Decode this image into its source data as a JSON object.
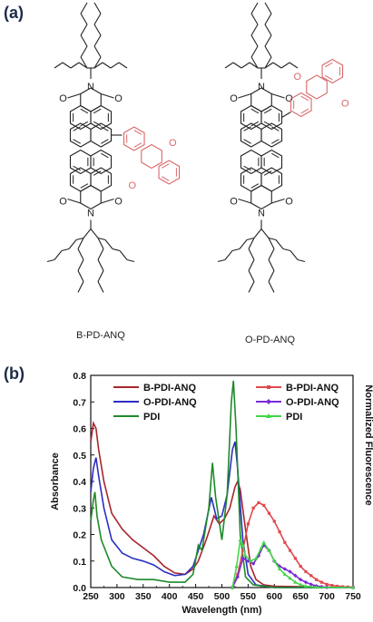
{
  "figure": {
    "panel_a_label": "(a)",
    "panel_b_label": "(b)",
    "molecule_left_label": "B-PD-ANQ",
    "molecule_right_label": "O-PD-ANQ",
    "atom_O": "O",
    "atom_N": "N",
    "colors": {
      "frame": "#222222",
      "anthraquinone": "#d9686a"
    }
  },
  "chart_data": {
    "type": "line",
    "xlabel": "Wavelength (nm)",
    "ylabel": "Absorbance",
    "ylabel_right": "Normalized Fluorescence",
    "xlim": [
      250,
      750
    ],
    "ylim": [
      0.0,
      0.8
    ],
    "x_ticks": [
      "250",
      "300",
      "350",
      "400",
      "450",
      "500",
      "550",
      "600",
      "650",
      "700",
      "750"
    ],
    "y_ticks": [
      "0.0",
      "0.1",
      "0.2",
      "0.3",
      "0.4",
      "0.5",
      "0.6",
      "0.7",
      "0.8"
    ],
    "legend_absorbance": [
      {
        "name": "B-PDI-ANQ",
        "color": "#a8262b"
      },
      {
        "name": "O-PDI-ANQ",
        "color": "#2b2fc4"
      },
      {
        "name": "PDI",
        "color": "#1e8a2a"
      }
    ],
    "legend_fluorescence": [
      {
        "name": "B-PDI-ANQ",
        "color": "#e0494f"
      },
      {
        "name": "O-PDI-ANQ",
        "color": "#7a2bd6"
      },
      {
        "name": "PDI",
        "color": "#44d64a"
      }
    ],
    "series": [
      {
        "name": "B-PDI-ANQ",
        "kind": "absorbance",
        "color": "#a8262b",
        "points": [
          [
            250,
            0.55
          ],
          [
            255,
            0.62
          ],
          [
            260,
            0.6
          ],
          [
            265,
            0.52
          ],
          [
            275,
            0.4
          ],
          [
            290,
            0.28
          ],
          [
            310,
            0.22
          ],
          [
            330,
            0.18
          ],
          [
            350,
            0.15
          ],
          [
            370,
            0.12
          ],
          [
            390,
            0.08
          ],
          [
            410,
            0.055
          ],
          [
            430,
            0.05
          ],
          [
            445,
            0.07
          ],
          [
            455,
            0.1
          ],
          [
            470,
            0.18
          ],
          [
            485,
            0.27
          ],
          [
            495,
            0.24
          ],
          [
            505,
            0.26
          ],
          [
            515,
            0.3
          ],
          [
            525,
            0.38
          ],
          [
            530,
            0.4
          ],
          [
            535,
            0.37
          ],
          [
            545,
            0.22
          ],
          [
            555,
            0.08
          ],
          [
            565,
            0.03
          ],
          [
            580,
            0.01
          ],
          [
            600,
            0.005
          ],
          [
            750,
            0.0
          ]
        ]
      },
      {
        "name": "O-PDI-ANQ",
        "kind": "absorbance",
        "color": "#2b2fc4",
        "points": [
          [
            250,
            0.36
          ],
          [
            255,
            0.45
          ],
          [
            260,
            0.49
          ],
          [
            265,
            0.42
          ],
          [
            275,
            0.3
          ],
          [
            290,
            0.18
          ],
          [
            310,
            0.13
          ],
          [
            330,
            0.11
          ],
          [
            350,
            0.1
          ],
          [
            370,
            0.085
          ],
          [
            390,
            0.06
          ],
          [
            410,
            0.045
          ],
          [
            430,
            0.05
          ],
          [
            445,
            0.08
          ],
          [
            455,
            0.14
          ],
          [
            465,
            0.2
          ],
          [
            480,
            0.34
          ],
          [
            490,
            0.26
          ],
          [
            500,
            0.27
          ],
          [
            510,
            0.35
          ],
          [
            520,
            0.52
          ],
          [
            525,
            0.55
          ],
          [
            530,
            0.45
          ],
          [
            540,
            0.18
          ],
          [
            550,
            0.05
          ],
          [
            565,
            0.01
          ],
          [
            600,
            0.0
          ],
          [
            750,
            0.0
          ]
        ]
      },
      {
        "name": "PDI",
        "kind": "absorbance",
        "color": "#1e8a2a",
        "points": [
          [
            250,
            0.25
          ],
          [
            255,
            0.33
          ],
          [
            258,
            0.36
          ],
          [
            262,
            0.27
          ],
          [
            270,
            0.18
          ],
          [
            290,
            0.08
          ],
          [
            310,
            0.04
          ],
          [
            340,
            0.03
          ],
          [
            370,
            0.03
          ],
          [
            400,
            0.02
          ],
          [
            430,
            0.02
          ],
          [
            445,
            0.05
          ],
          [
            455,
            0.16
          ],
          [
            462,
            0.14
          ],
          [
            475,
            0.3
          ],
          [
            482,
            0.47
          ],
          [
            488,
            0.34
          ],
          [
            500,
            0.18
          ],
          [
            510,
            0.35
          ],
          [
            518,
            0.7
          ],
          [
            522,
            0.78
          ],
          [
            527,
            0.6
          ],
          [
            535,
            0.2
          ],
          [
            545,
            0.04
          ],
          [
            560,
            0.01
          ],
          [
            600,
            0.0
          ],
          [
            750,
            0.0
          ]
        ]
      },
      {
        "name": "B-PDI-ANQ",
        "kind": "fluorescence",
        "color": "#e0494f",
        "marker": "square",
        "points": [
          [
            520,
            0.0
          ],
          [
            530,
            0.05
          ],
          [
            540,
            0.14
          ],
          [
            550,
            0.24
          ],
          [
            560,
            0.3
          ],
          [
            570,
            0.32
          ],
          [
            580,
            0.31
          ],
          [
            590,
            0.28
          ],
          [
            600,
            0.25
          ],
          [
            610,
            0.21
          ],
          [
            620,
            0.17
          ],
          [
            630,
            0.14
          ],
          [
            640,
            0.11
          ],
          [
            650,
            0.08
          ],
          [
            660,
            0.06
          ],
          [
            670,
            0.045
          ],
          [
            680,
            0.03
          ],
          [
            690,
            0.02
          ],
          [
            700,
            0.012
          ],
          [
            710,
            0.008
          ],
          [
            720,
            0.005
          ],
          [
            730,
            0.003
          ],
          [
            740,
            0.002
          ],
          [
            750,
            0.001
          ]
        ]
      },
      {
        "name": "O-PDI-ANQ",
        "kind": "fluorescence",
        "color": "#7a2bd6",
        "marker": "diamond",
        "points": [
          [
            520,
            0.0
          ],
          [
            530,
            0.04
          ],
          [
            540,
            0.11
          ],
          [
            550,
            0.1
          ],
          [
            560,
            0.09
          ],
          [
            570,
            0.12
          ],
          [
            580,
            0.16
          ],
          [
            590,
            0.14
          ],
          [
            600,
            0.1
          ],
          [
            610,
            0.08
          ],
          [
            620,
            0.07
          ],
          [
            630,
            0.06
          ],
          [
            640,
            0.045
          ],
          [
            650,
            0.03
          ],
          [
            660,
            0.02
          ],
          [
            670,
            0.012
          ],
          [
            680,
            0.006
          ],
          [
            690,
            0.003
          ],
          [
            700,
            0.001
          ],
          [
            750,
            0.0
          ]
        ]
      },
      {
        "name": "PDI",
        "kind": "fluorescence",
        "color": "#44d64a",
        "marker": "triangle",
        "points": [
          [
            520,
            0.0
          ],
          [
            528,
            0.08
          ],
          [
            535,
            0.18
          ],
          [
            540,
            0.16
          ],
          [
            545,
            0.12
          ],
          [
            555,
            0.1
          ],
          [
            565,
            0.11
          ],
          [
            575,
            0.15
          ],
          [
            580,
            0.17
          ],
          [
            590,
            0.14
          ],
          [
            600,
            0.1
          ],
          [
            610,
            0.07
          ],
          [
            620,
            0.05
          ],
          [
            630,
            0.035
          ],
          [
            640,
            0.02
          ],
          [
            650,
            0.01
          ],
          [
            660,
            0.005
          ],
          [
            680,
            0.001
          ],
          [
            750,
            0.0
          ]
        ]
      }
    ]
  }
}
